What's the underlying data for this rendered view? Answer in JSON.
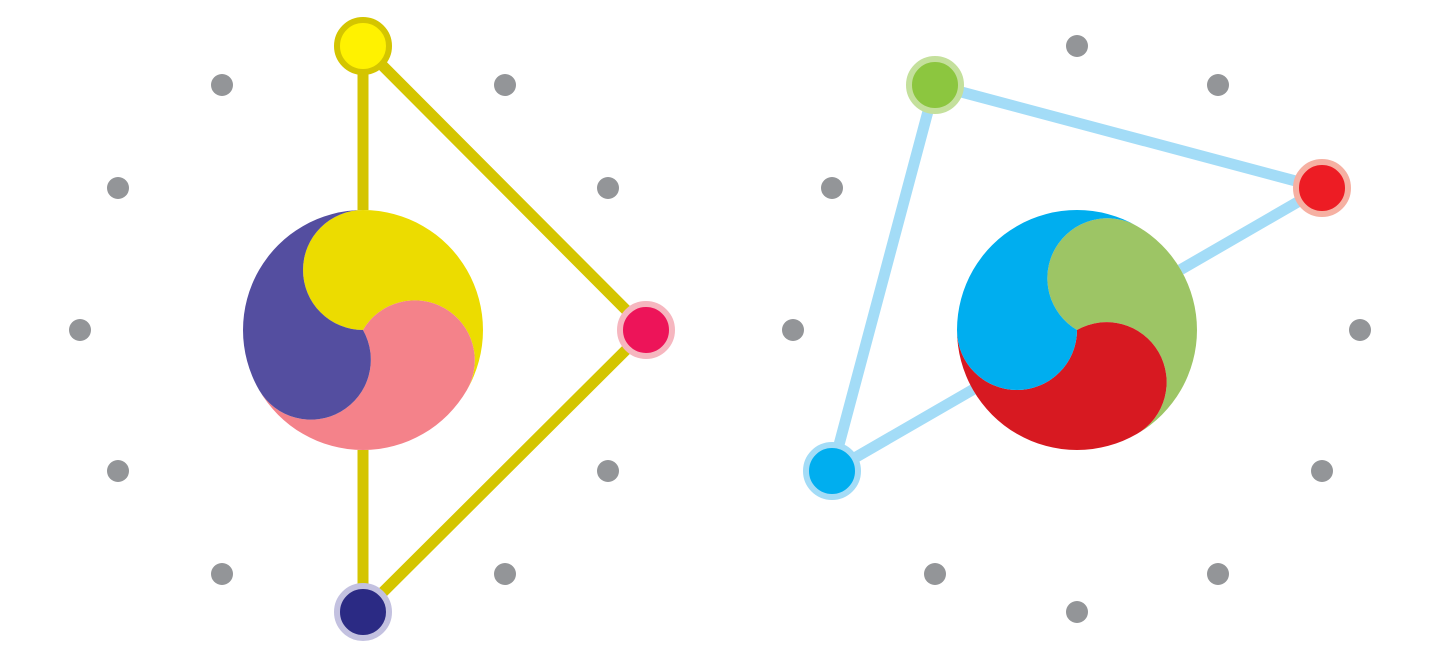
{
  "colors": {
    "background": "#ffffff",
    "grid_dot": "#939598"
  },
  "diagrams": [
    {
      "id": "left",
      "link_color": "#d4c500",
      "swirl_colors": [
        "#ecdc00",
        "#f4828a",
        "#544ea0"
      ],
      "nodes": [
        {
          "name": "yellow",
          "fill": "#fff200",
          "ring": "#d4c500"
        },
        {
          "name": "pink",
          "fill": "#ed1459",
          "ring": "#f6b6bf"
        },
        {
          "name": "navy",
          "fill": "#2b2a84",
          "ring": "#c3c1e0"
        }
      ]
    },
    {
      "id": "right",
      "link_color": "#a3dcf7",
      "swirl_colors": [
        "#9dc565",
        "#d71921",
        "#00aeef"
      ],
      "nodes": [
        {
          "name": "green",
          "fill": "#8cc63f",
          "ring": "#c4e09c"
        },
        {
          "name": "red",
          "fill": "#ed1c24",
          "ring": "#f6b0a2"
        },
        {
          "name": "blue",
          "fill": "#00aeef",
          "ring": "#a3dcf7"
        }
      ]
    }
  ]
}
